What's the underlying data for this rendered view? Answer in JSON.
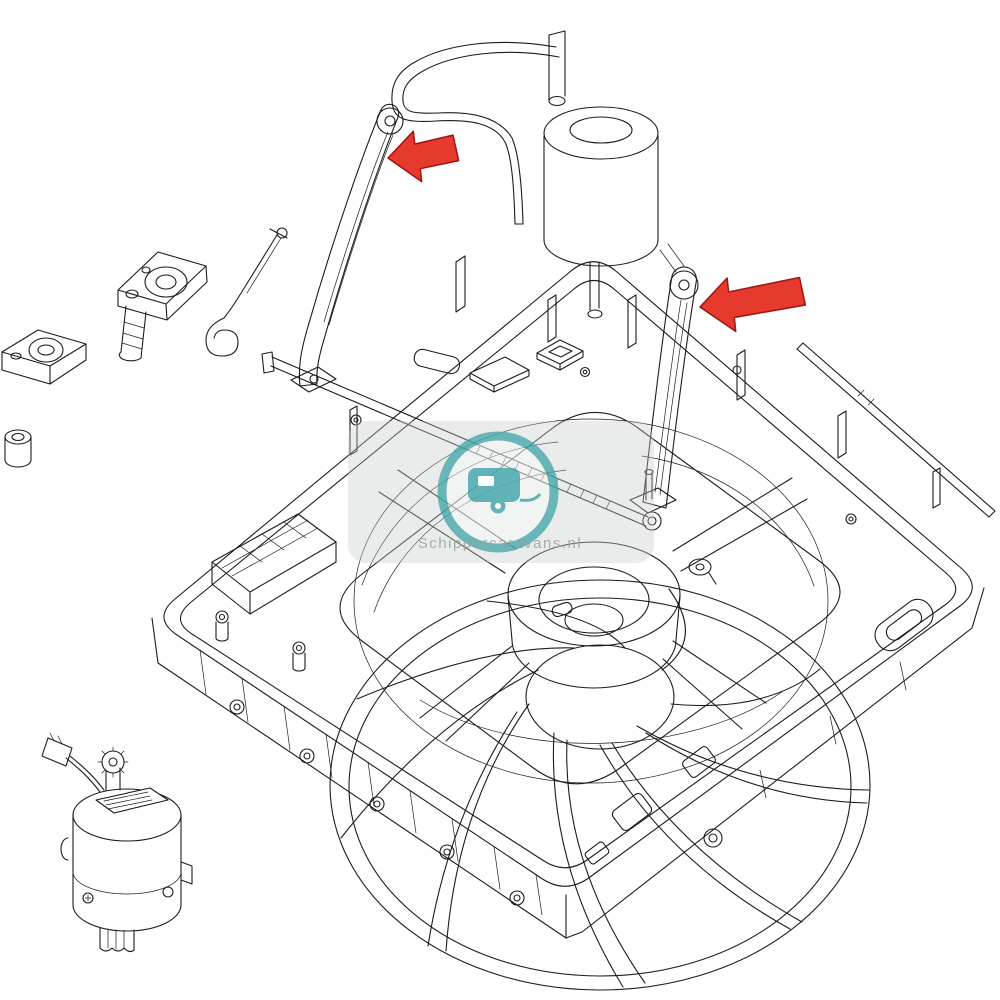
{
  "colors": {
    "background": "#ffffff",
    "line": "#1c1c1c",
    "arrow_fill": "#e63a2e",
    "arrow_stroke": "#9f1410"
  },
  "watermark": {
    "text": "Schippercaravans.nl",
    "accent": "#3fa4a9",
    "text_color": "#9aa0a4",
    "panel_color": "#c9ccce"
  },
  "annotations": {
    "arrows": [
      {
        "name": "arrow-left",
        "target": "front-lift-arm"
      },
      {
        "name": "arrow-right",
        "target": "rear-lift-arm"
      }
    ]
  }
}
